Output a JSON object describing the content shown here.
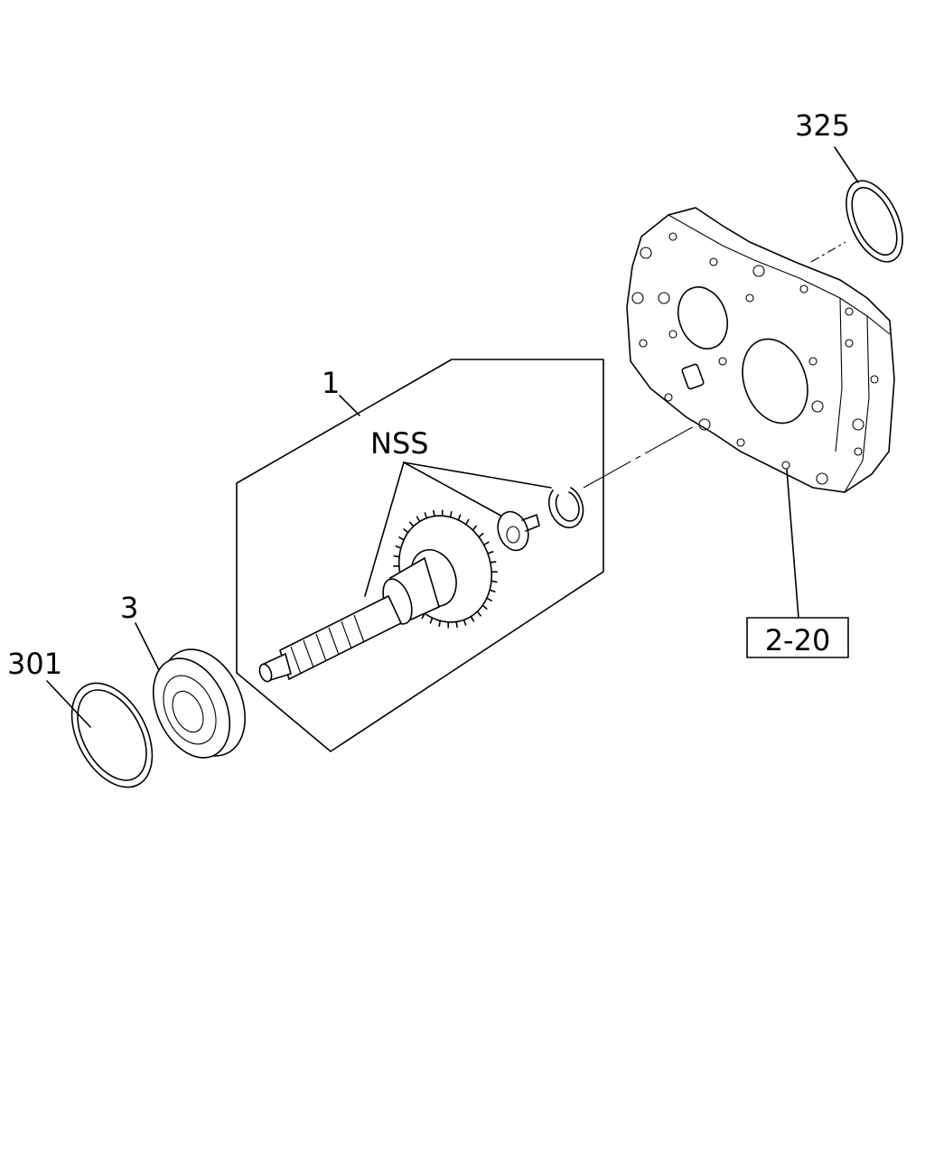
{
  "callouts": {
    "assembly": "1",
    "nss": "NSS",
    "bearing": "3",
    "washer_left": "301",
    "washer_right": "325",
    "reference": "2-20"
  },
  "colors": {
    "line": "#000000",
    "background": "#ffffff"
  }
}
